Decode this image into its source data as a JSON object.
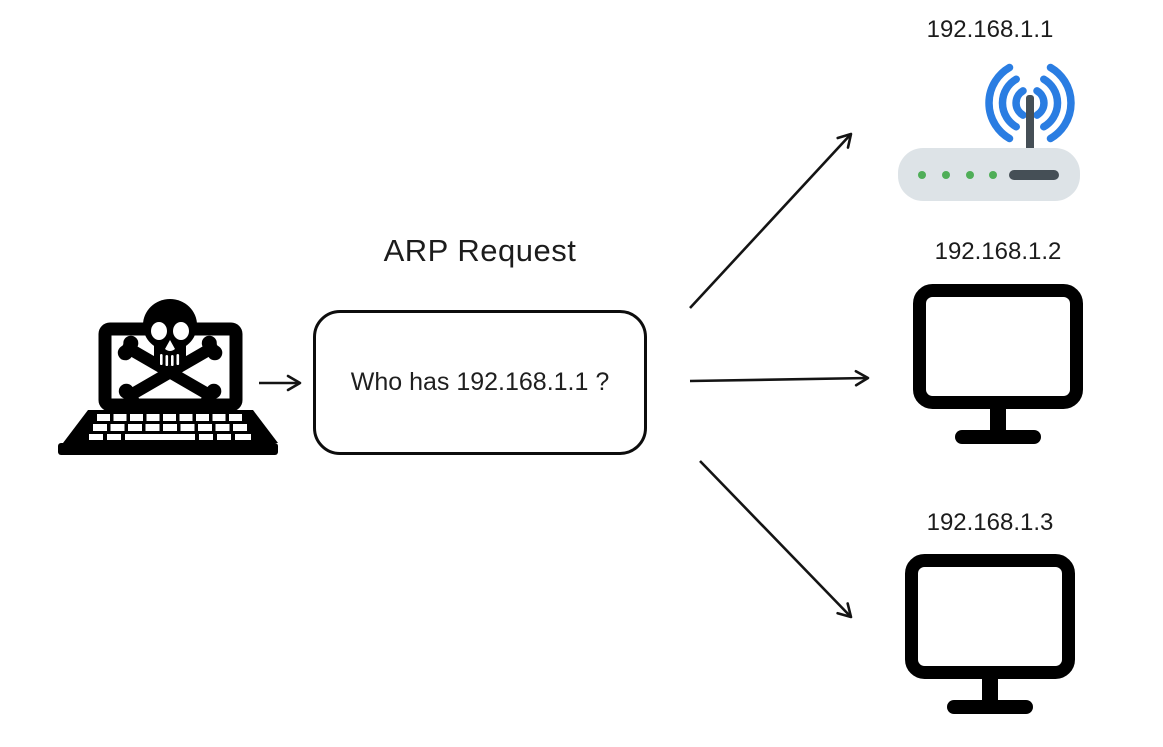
{
  "diagram": {
    "title": "ARP Request",
    "message": "Who has 192.168.1.1 ?"
  },
  "attacker": {
    "icon": "skull-crossbones-laptop-icon",
    "role": "attacker-laptop"
  },
  "nodes": [
    {
      "ip": "192.168.1.1",
      "device": "wifi-router",
      "icon": "wifi-router-icon"
    },
    {
      "ip": "192.168.1.2",
      "device": "computer",
      "icon": "monitor-icon"
    },
    {
      "ip": "192.168.1.3",
      "device": "computer",
      "icon": "monitor-icon"
    }
  ],
  "colors": {
    "ink": "#1c1c1c",
    "icon_black": "#000000",
    "wifi_blue": "#2a7de2",
    "router_body": "#dde3e7",
    "router_dark": "#454f56",
    "led_green": "#4fae58"
  }
}
